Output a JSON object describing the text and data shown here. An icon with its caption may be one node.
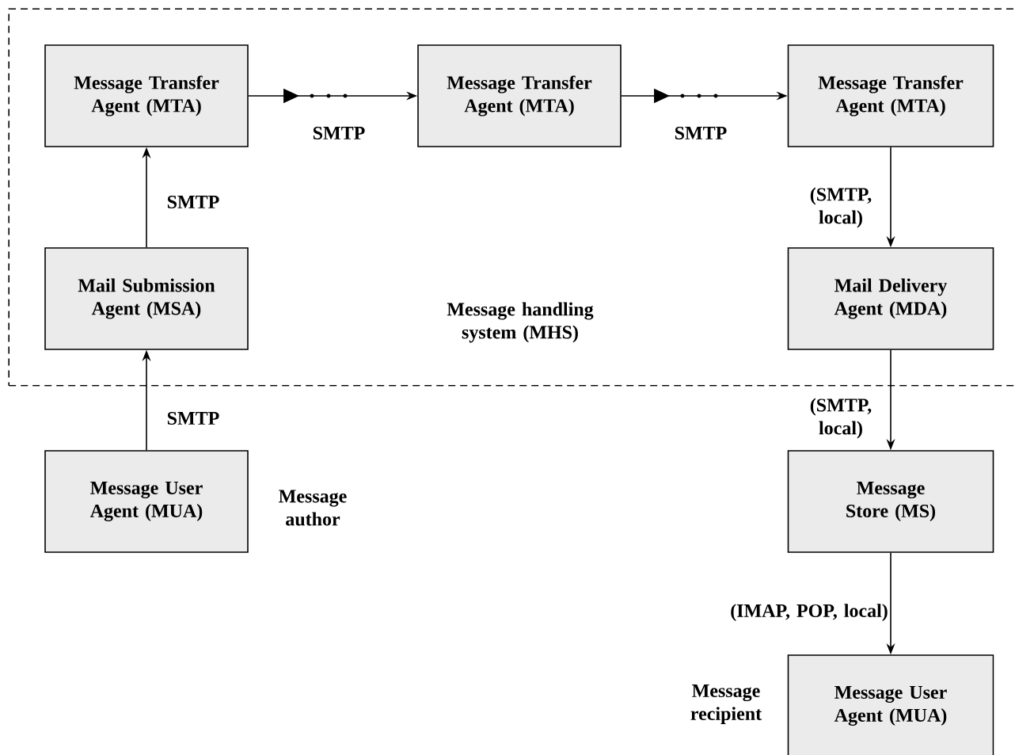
{
  "diagram": {
    "nodes": [
      {
        "text": [
          "Message handling system (MHS)"
        ]
      },
      {
        "text": [
          "Message Transfer Agent (MTA)"
        ],
        "in": 0
      },
      {
        "text": [
          "Message Transfer Agent (MTA)"
        ],
        "in": 0
      },
      {
        "text": [
          "Message Transfer Agent (MTA)"
        ],
        "in": 0
      },
      {
        "text": [
          "Mail Submission Agent (MSA)"
        ],
        "in": 0
      },
      {
        "text": [
          "Mail Delivery Agent (MDA)"
        ],
        "in": 0
      },
      {
        "text": [
          "Message User Agent (MUA)"
        ],
        "beside": [
          "Message author"
        ]
      },
      {
        "text": [
          "Message Store (MS)"
        ]
      },
      {
        "text": [
          "Message User Agent (MUA)"
        ],
        "beside": [
          "Message recipient"
        ]
      }
    ],
    "edges": [
      {
        "from": 6,
        "to": 4,
        "arrow": "to",
        "label": "SMTP"
      },
      {
        "from": 4,
        "to": 1,
        "arrow": "to",
        "label": "SMTP"
      },
      {
        "from": 1,
        "to": 2,
        "arrow": "to",
        "label": "SMTP"
      },
      {
        "from": 2,
        "to": 3,
        "arrow": "to",
        "label": "SMTP"
      },
      {
        "from": 3,
        "to": 5,
        "arrow": "to",
        "label": "(SMTP, local)"
      },
      {
        "from": 5,
        "to": 7,
        "arrow": "to",
        "label": "(SMTP, local)"
      },
      {
        "from": 7,
        "to": 8,
        "arrow": "to",
        "label": "(IMAP, POP, local)"
      }
    ]
  }
}
